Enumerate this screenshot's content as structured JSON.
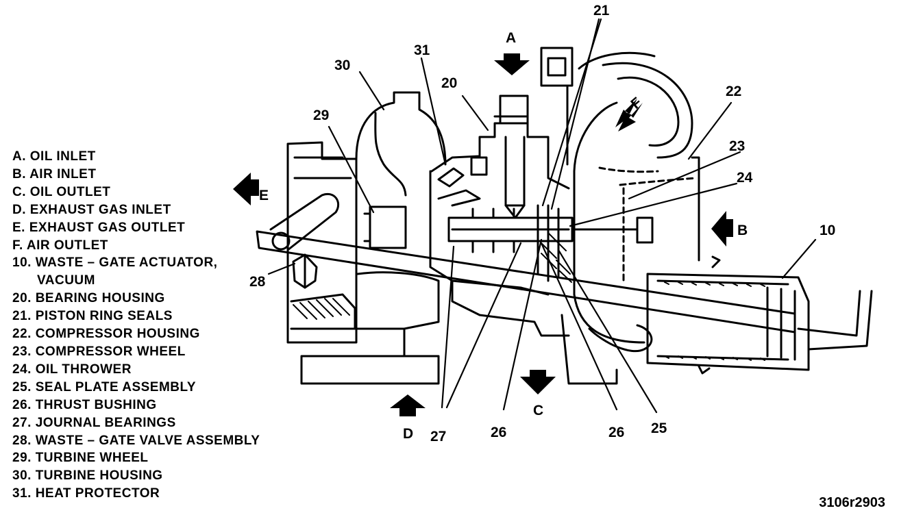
{
  "legend": [
    "A. OIL INLET",
    "B. AIR INLET",
    "C. OIL OUTLET",
    "D. EXHAUST GAS INLET",
    "E. EXHAUST GAS OUTLET",
    "F. AIR OUTLET",
    "10. WASTE – GATE ACTUATOR,",
    "VACUUM",
    "20. BEARING HOUSING",
    "21. PISTON RING SEALS",
    "22. COMPRESSOR HOUSING",
    "23. COMPRESSOR WHEEL",
    "24. OIL THROWER",
    "25. SEAL PLATE ASSEMBLY",
    "26. THRUST BUSHING",
    "27. JOURNAL BEARINGS",
    "28. WASTE – GATE VALVE ASSEMBLY",
    "29. TURBINE WHEEL",
    "30. TURBINE HOUSING",
    "31. HEAT PROTECTOR"
  ],
  "callouts": {
    "c21": "21",
    "c22": "22",
    "c23": "23",
    "c24": "24",
    "c10": "10",
    "c30": "30",
    "c31": "31",
    "c20": "20",
    "c29": "29",
    "c28": "28",
    "c27": "27",
    "c26a": "26",
    "c26b": "26",
    "c25": "25"
  },
  "flow_labels": {
    "A": "A",
    "B": "B",
    "C": "C",
    "D": "D",
    "E": "E",
    "F": "F"
  },
  "figure_code": "3106r2903"
}
